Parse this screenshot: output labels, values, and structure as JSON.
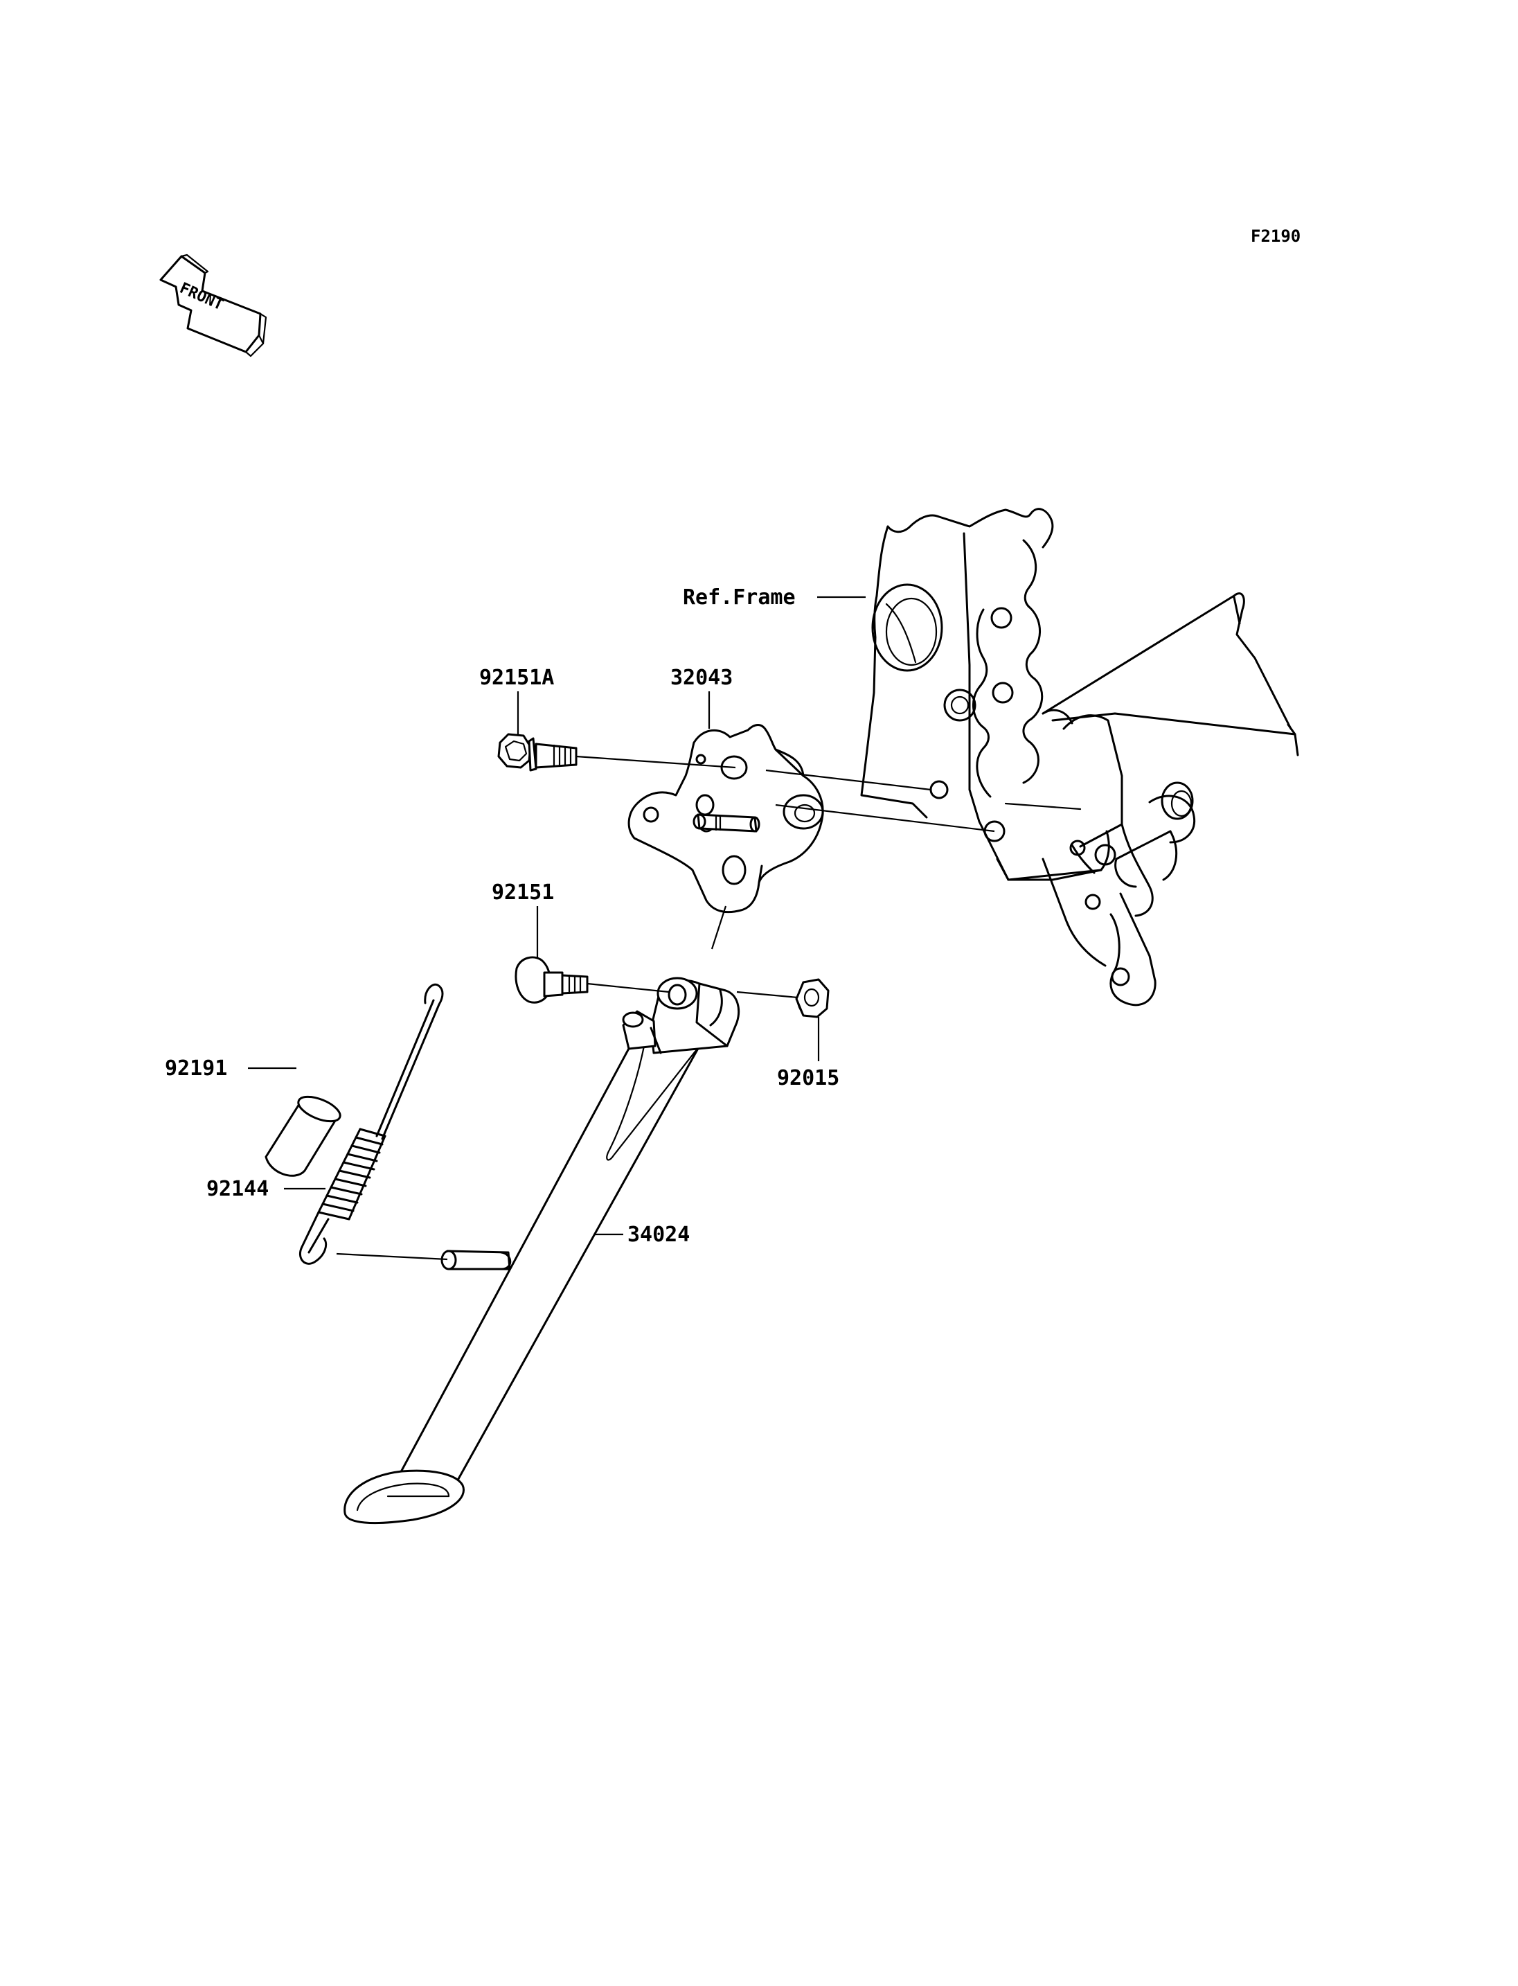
{
  "figure_code": "F2190",
  "front_indicator": "FRONT",
  "reference_label": "Ref.Frame",
  "parts": {
    "bolt_a": "92151A",
    "bracket": "32043",
    "bolt": "92151",
    "nut": "92015",
    "collar": "92191",
    "spring": "92144",
    "side_stand": "34024"
  }
}
